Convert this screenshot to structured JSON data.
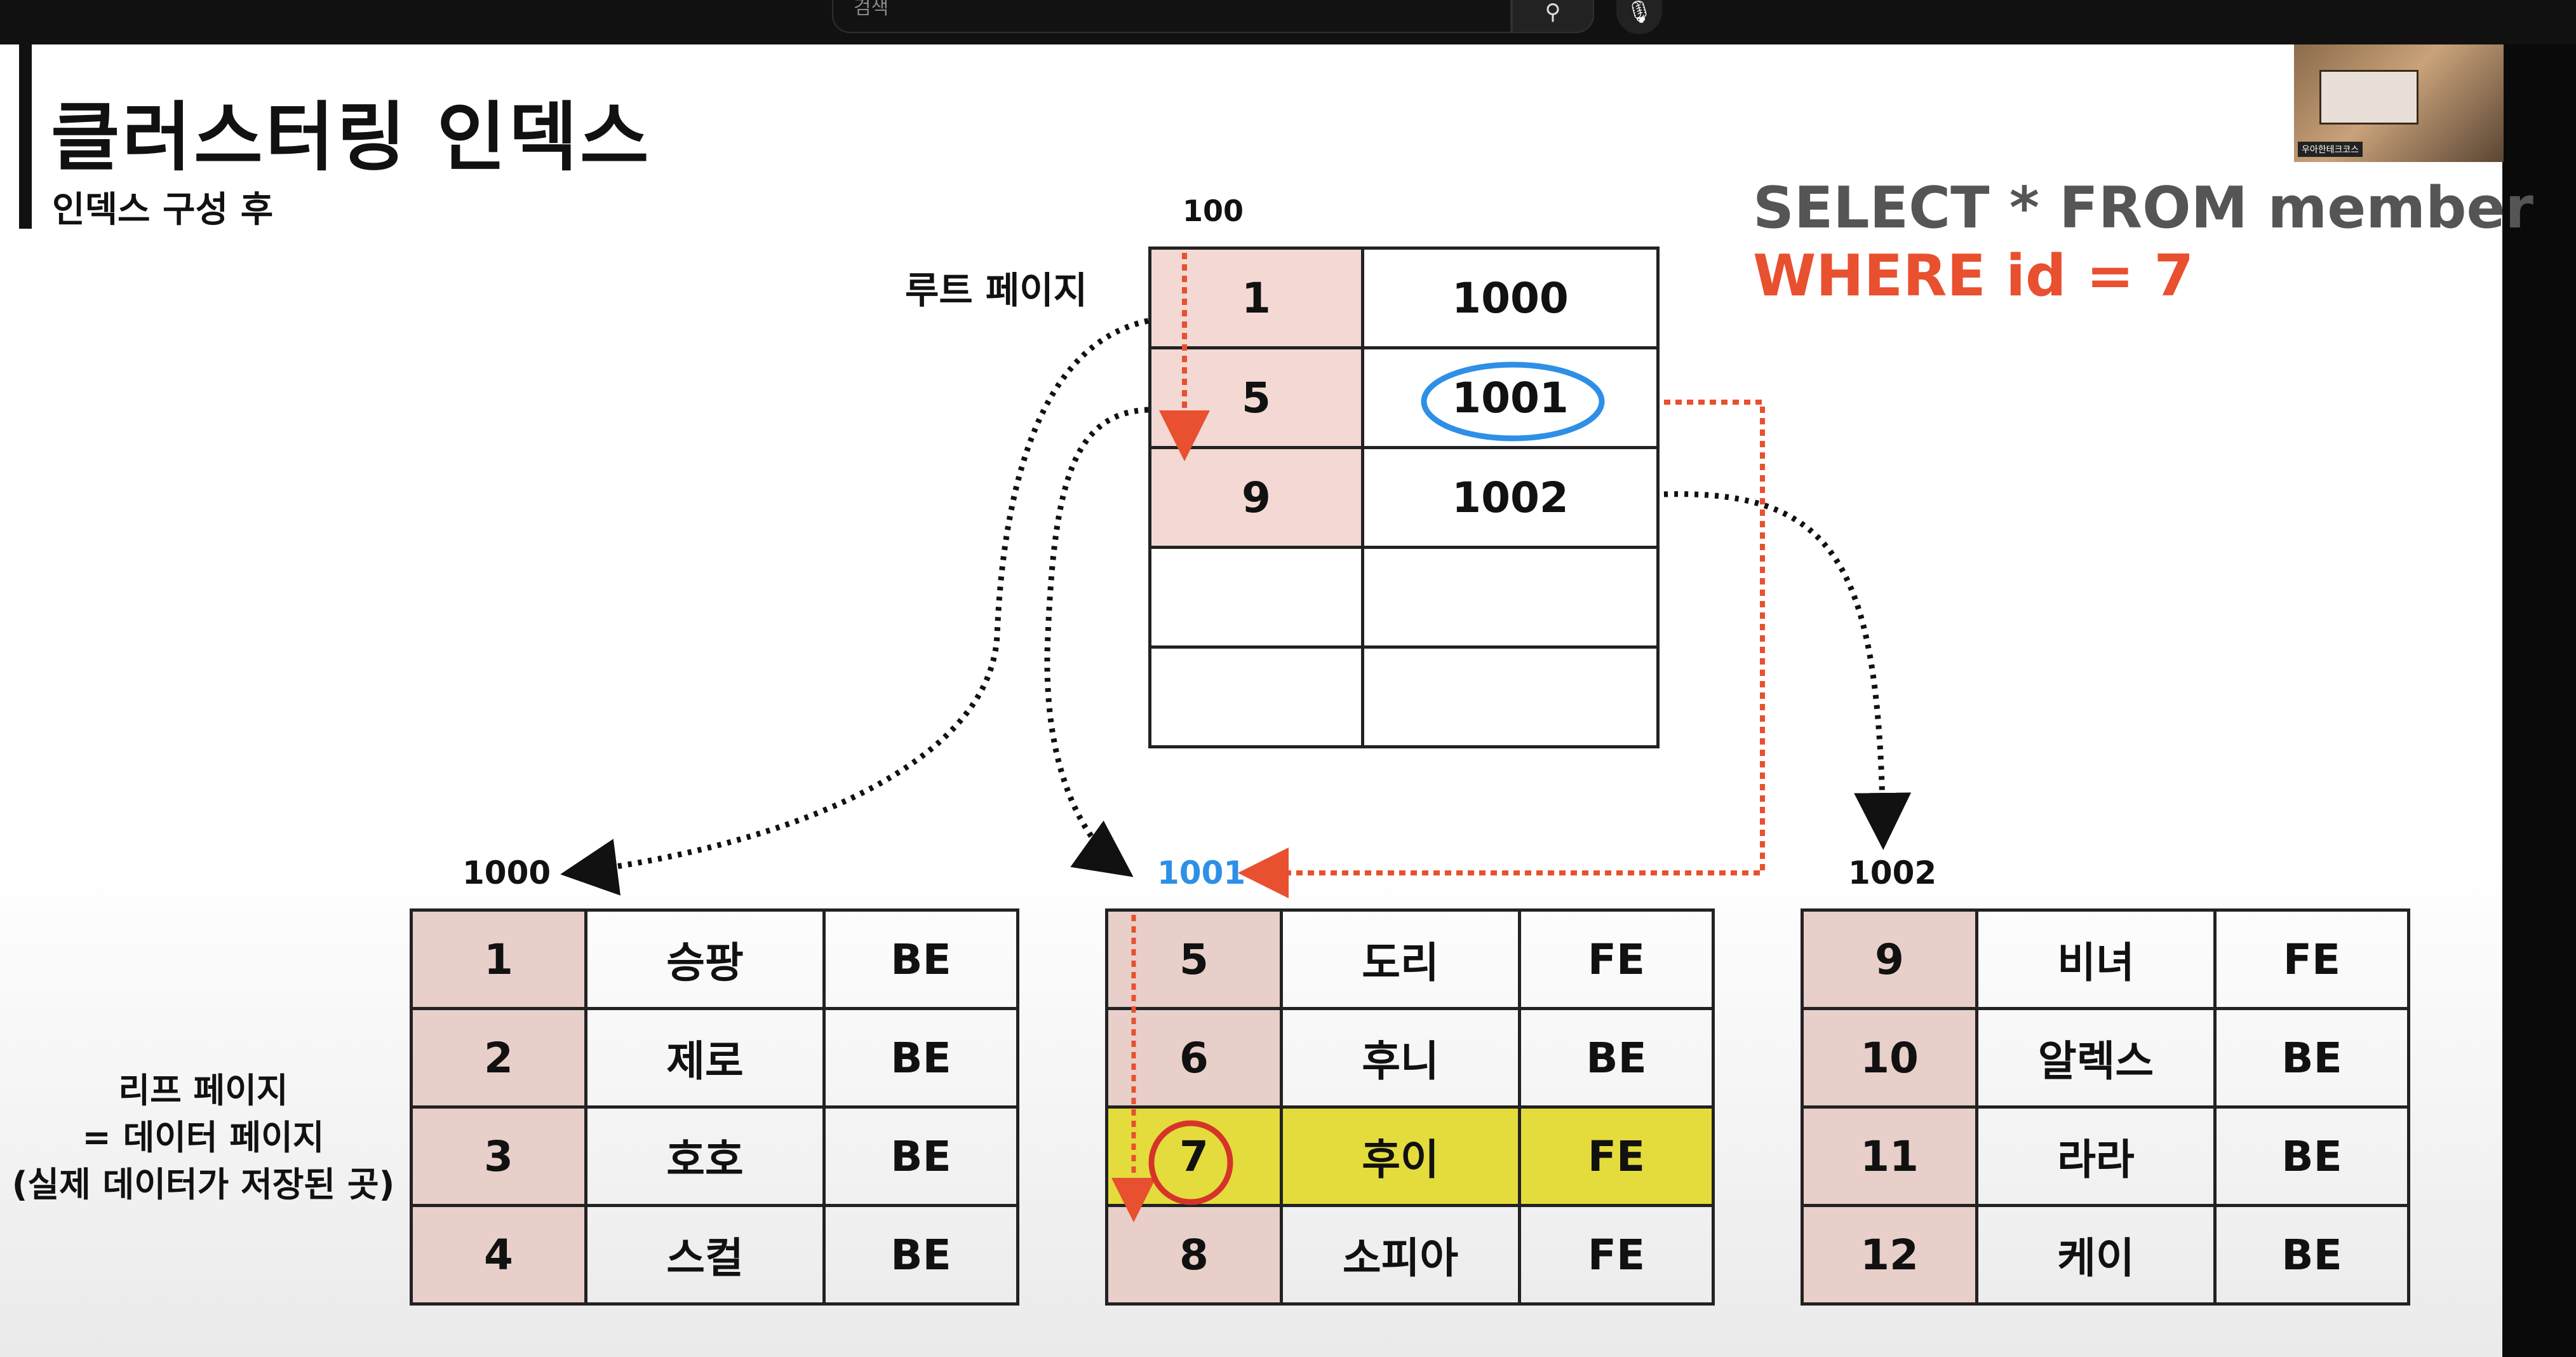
{
  "browser": {
    "search_placeholder": "검색",
    "search_icon": "search-icon",
    "mic_icon": "microphone-icon"
  },
  "slide": {
    "title": "클러스터링 인덱스",
    "subtitle": "인덱스 구성 후",
    "webcam_tag": "우아한테크코스",
    "sql_line1": "SELECT * FROM member",
    "sql_line2": "WHERE id = 7",
    "colors": {
      "query": "#e8502f",
      "highlight": "#e4dc3c",
      "key_cell": "#f3d8d3",
      "page_1001": "#2e8fe6"
    }
  },
  "root_page": {
    "id": "100",
    "label": "루트 페이지",
    "rows": [
      {
        "key": "1",
        "page": "1000"
      },
      {
        "key": "5",
        "page": "1001"
      },
      {
        "key": "9",
        "page": "1002"
      },
      {
        "key": "",
        "page": ""
      },
      {
        "key": "",
        "page": ""
      }
    ]
  },
  "leaf_label": [
    "리프 페이지",
    "= 데이터 페이지",
    "(실제 데이터가 저장된 곳)"
  ],
  "leaf_pages": [
    {
      "id": "1000",
      "rows": [
        {
          "id": "1",
          "name": "승팡",
          "team": "BE"
        },
        {
          "id": "2",
          "name": "제로",
          "team": "BE"
        },
        {
          "id": "3",
          "name": "호호",
          "team": "BE"
        },
        {
          "id": "4",
          "name": "스컬",
          "team": "BE"
        }
      ]
    },
    {
      "id": "1001",
      "rows": [
        {
          "id": "5",
          "name": "도리",
          "team": "FE"
        },
        {
          "id": "6",
          "name": "후니",
          "team": "BE"
        },
        {
          "id": "7",
          "name": "후이",
          "team": "FE"
        },
        {
          "id": "8",
          "name": "소피아",
          "team": "FE"
        }
      ]
    },
    {
      "id": "1002",
      "rows": [
        {
          "id": "9",
          "name": "비녀",
          "team": "FE"
        },
        {
          "id": "10",
          "name": "알렉스",
          "team": "BE"
        },
        {
          "id": "11",
          "name": "라라",
          "team": "BE"
        },
        {
          "id": "12",
          "name": "케이",
          "team": "BE"
        }
      ]
    }
  ]
}
